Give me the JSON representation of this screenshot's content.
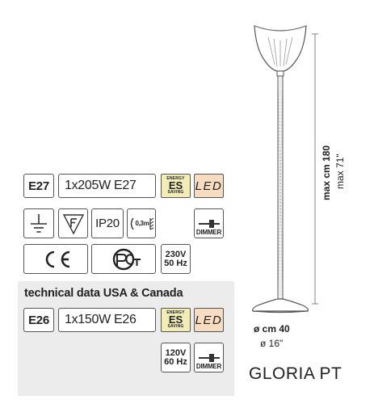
{
  "standard": {
    "socket": "E27",
    "bulb": "1x205W E27",
    "energy": {
      "top": "ENERGY",
      "main": "ES",
      "bottom": "SAVING"
    },
    "led": "LED",
    "ip_rating": "IP20",
    "distance": "0,3m",
    "dimmer": "DIMMER",
    "voltage_line1": "230V",
    "voltage_line2": "50 Hz"
  },
  "usa": {
    "title": "technical data USA & Canada",
    "socket": "E26",
    "bulb": "1x150W E26",
    "energy": {
      "top": "ENERGY",
      "main": "ES",
      "bottom": "SAVING"
    },
    "led": "LED",
    "voltage_line1": "120V",
    "voltage_line2": "60 Hz",
    "dimmer": "DIMMER"
  },
  "dimensions": {
    "height_cm": "max cm 180",
    "height_in": "max 71\"",
    "diameter_cm": "ø cm 40",
    "diameter_in": "ø 16\""
  },
  "model": "GLORIA PT"
}
